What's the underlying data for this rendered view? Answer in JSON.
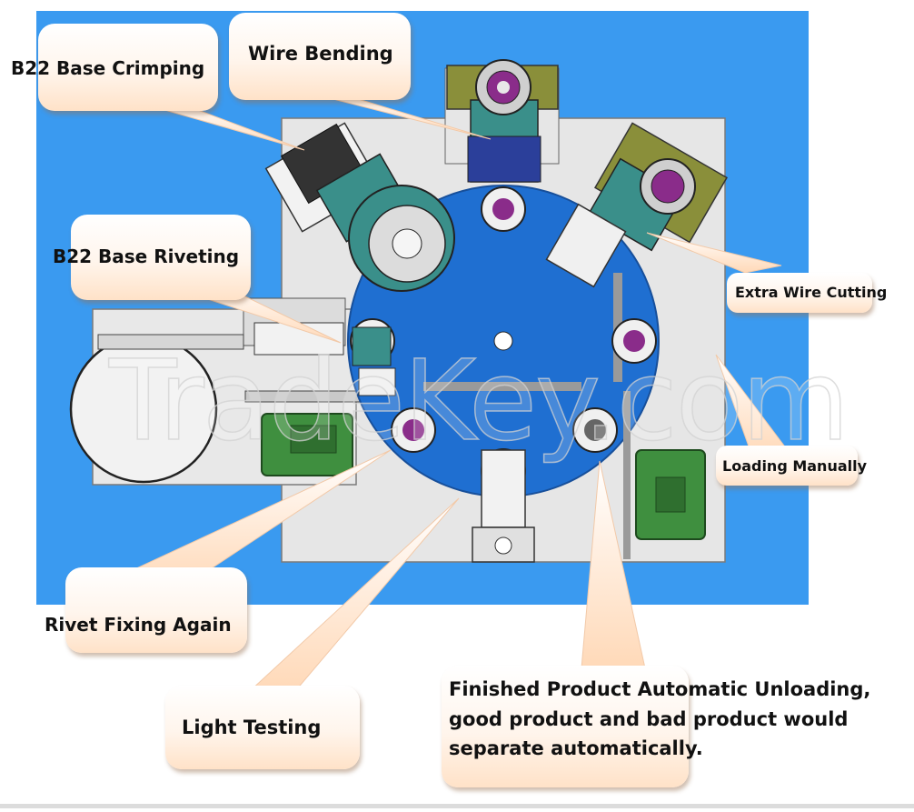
{
  "labels": {
    "crimping": "B22 Base Crimping",
    "bending": "Wire Bending",
    "riveting": "B22 Base Riveting",
    "cutting": "Extra Wire Cutting",
    "loading": "Loading Manually",
    "rivet_again": "Rivet Fixing Again",
    "light_testing": "Light Testing",
    "unloading": "Finished Product Automatic Unloading, good product and bad product would separate automatically."
  },
  "watermark": "TradeKey.com",
  "colors": {
    "background_blue": "#3a9af0",
    "platform_gray": "#e6e6e6",
    "turntable_blue": "#1f6fd1",
    "machine_teal": "#3a8f8a",
    "fixture_green": "#3f8f3f",
    "callout_peach": "#ffe2c8"
  }
}
